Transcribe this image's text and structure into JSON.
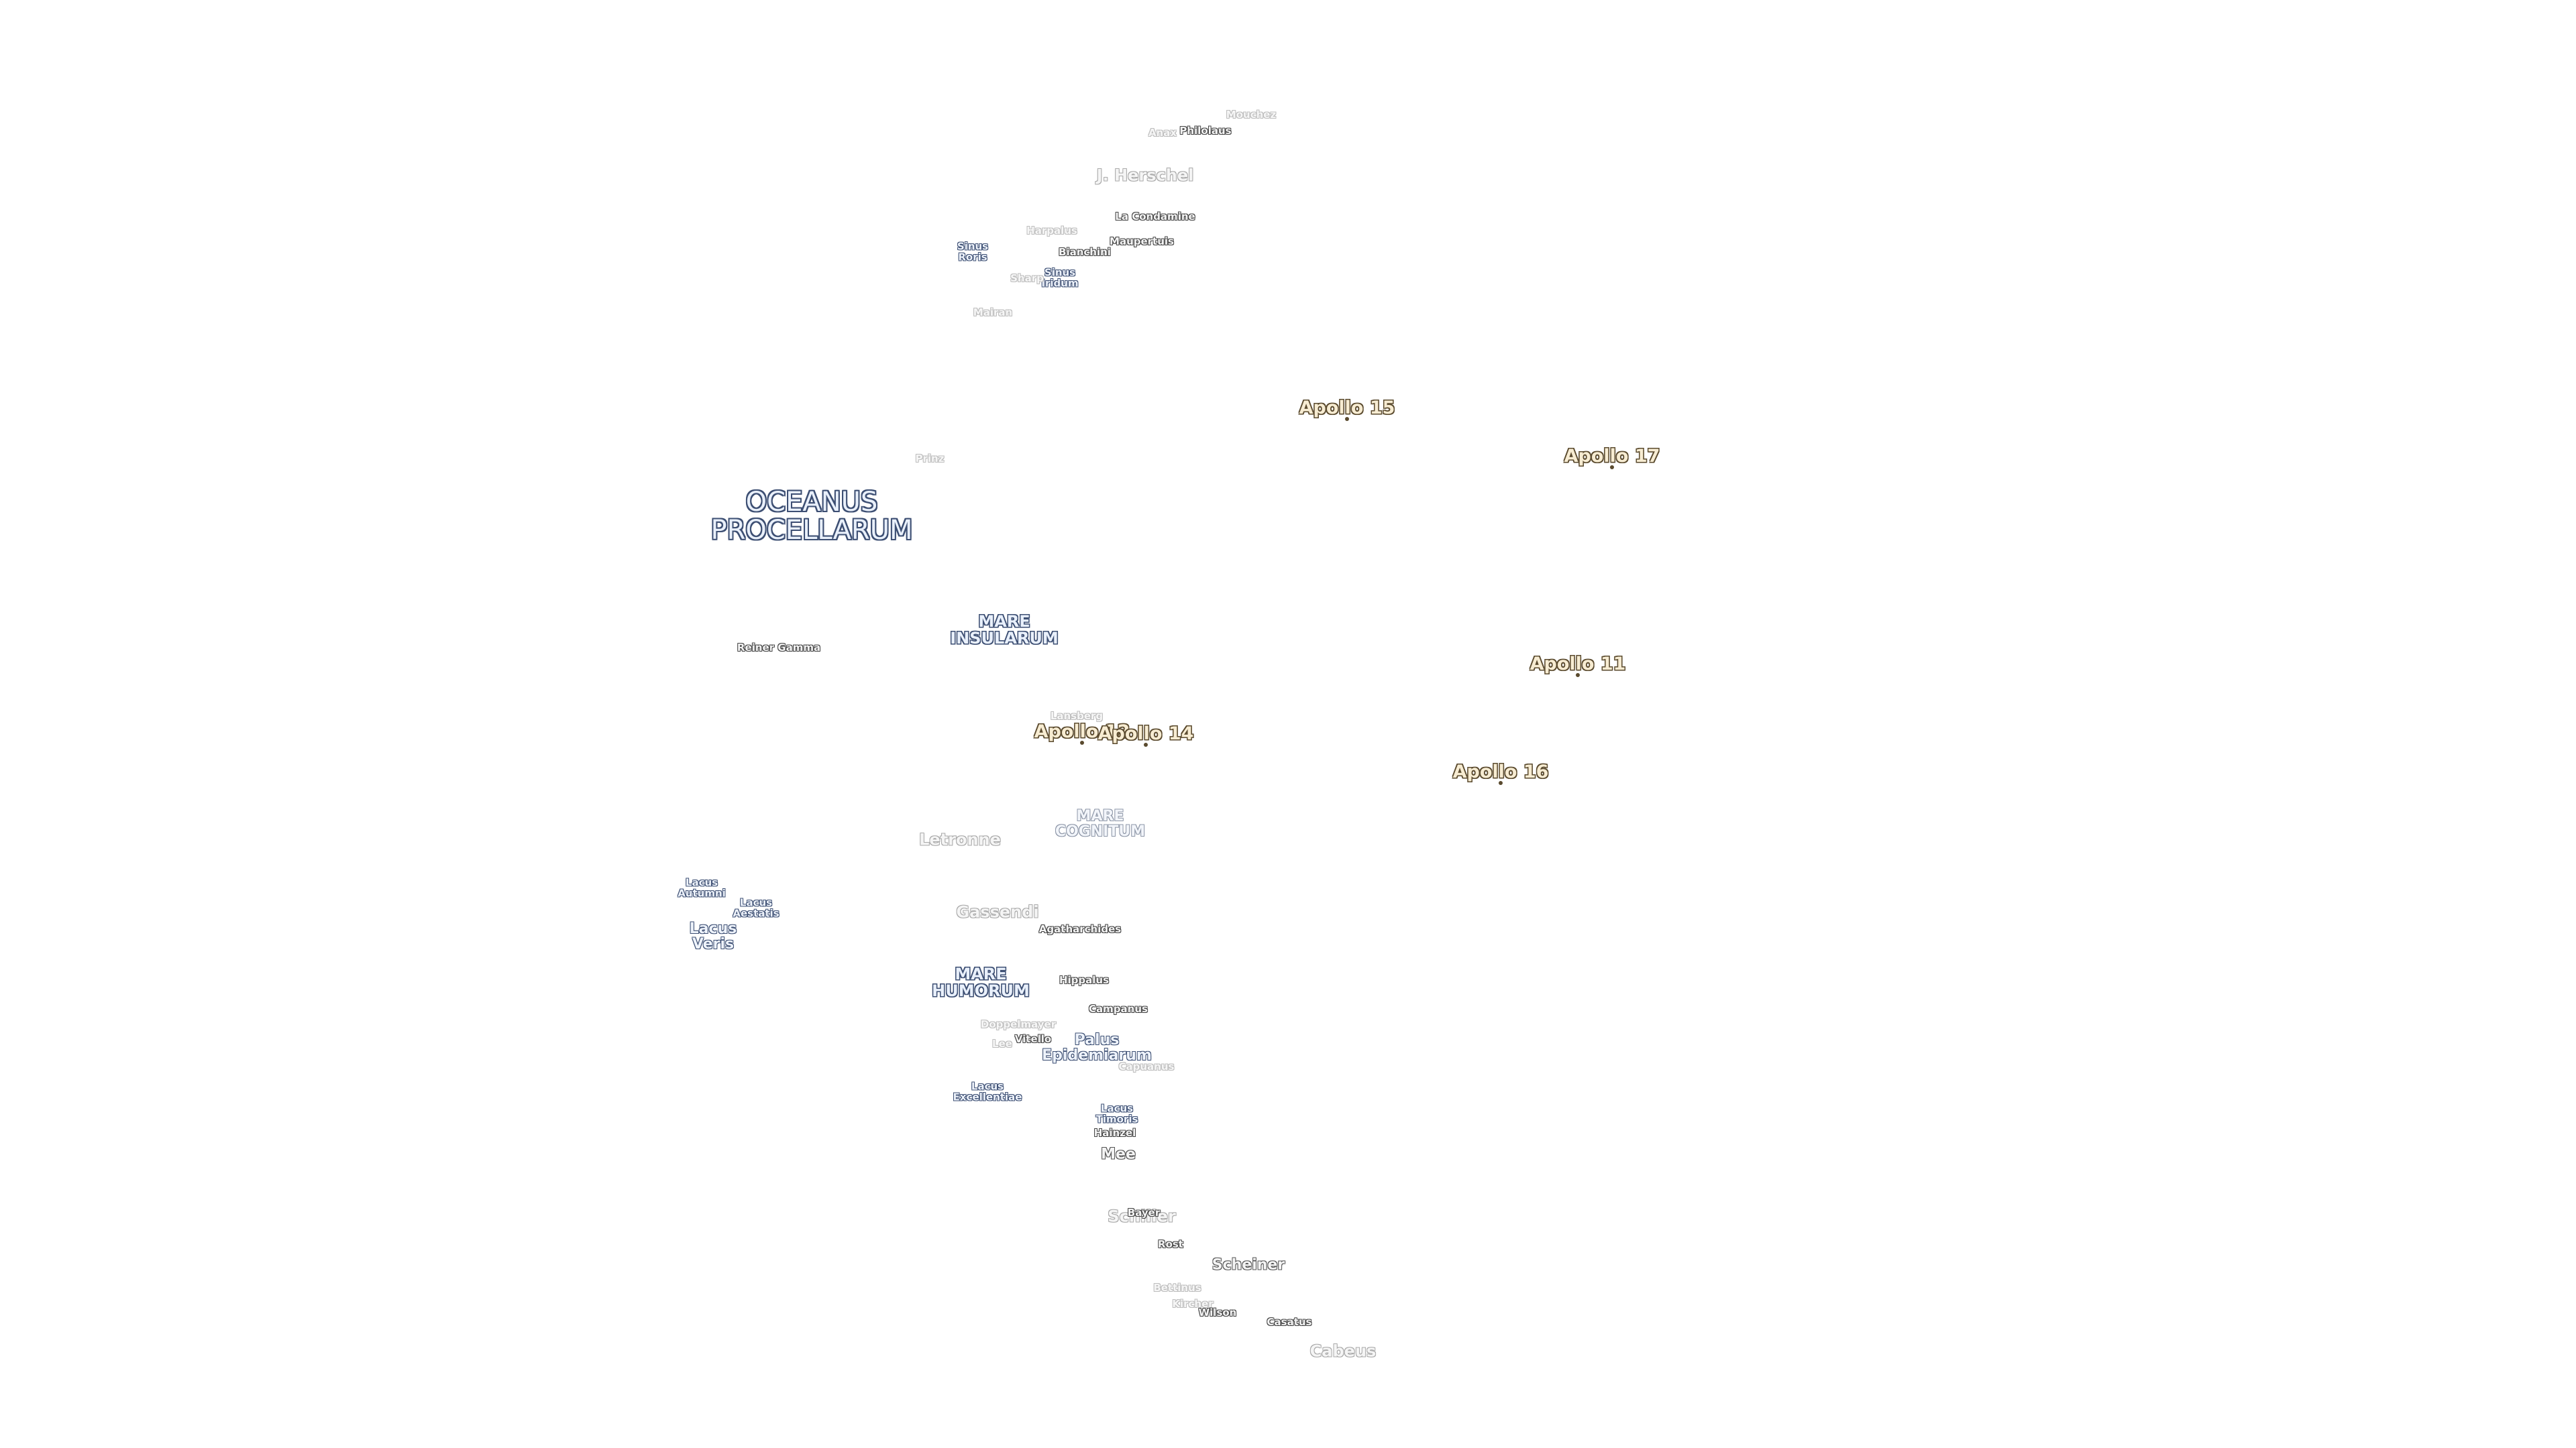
{
  "labels": [
    {
      "id": "oceanus-procellarum",
      "lines": [
        "OCEANUS",
        "PROCELLARUM"
      ],
      "kind": "ocean"
    },
    {
      "id": "mare-insularum",
      "lines": [
        "MARE",
        "INSULARUM"
      ],
      "kind": "mare"
    },
    {
      "id": "mare-cognitum",
      "lines": [
        "MARE",
        "COGNITUM"
      ],
      "kind": "mare-f"
    },
    {
      "id": "mare-humorum",
      "lines": [
        "MARE",
        "HUMORUM"
      ],
      "kind": "mare"
    },
    {
      "id": "sinus-roris",
      "lines": [
        "Sinus",
        "Roris"
      ],
      "kind": "lacus"
    },
    {
      "id": "sinus-iridum",
      "lines": [
        "Sinus",
        "Iridum"
      ],
      "kind": "lacus"
    },
    {
      "id": "lacus-autumni",
      "lines": [
        "Lacus",
        "Autumni"
      ],
      "kind": "lacus"
    },
    {
      "id": "lacus-aestatis",
      "lines": [
        "Lacus",
        "Aestatis"
      ],
      "kind": "lacus"
    },
    {
      "id": "lacus-veris",
      "lines": [
        "Lacus",
        "Veris"
      ],
      "kind": "lacusL"
    },
    {
      "id": "palus-epidemiarum",
      "lines": [
        "Palus",
        "Epidemiarum"
      ],
      "kind": "lacusL"
    },
    {
      "id": "lacus-excellentiae",
      "lines": [
        "Lacus",
        "Excellentiae"
      ],
      "kind": "lacus"
    },
    {
      "id": "lacus-timoris",
      "lines": [
        "Lacus",
        "Timoris"
      ],
      "kind": "lacus"
    },
    {
      "id": "mouchez",
      "lines": [
        "Mouchez"
      ],
      "kind": "faint"
    },
    {
      "id": "philolaus",
      "lines": [
        "Philolaus"
      ],
      "kind": "crater"
    },
    {
      "id": "anaximenes",
      "lines": [
        "Anax"
      ],
      "kind": "faint"
    },
    {
      "id": "j-herschel",
      "lines": [
        "J. Herschel"
      ],
      "kind": "faintL"
    },
    {
      "id": "la-condamine",
      "lines": [
        "La Condamine"
      ],
      "kind": "crater"
    },
    {
      "id": "harpalus",
      "lines": [
        "Harpalus"
      ],
      "kind": "faint"
    },
    {
      "id": "maupertuis",
      "lines": [
        "Maupertuis"
      ],
      "kind": "crater"
    },
    {
      "id": "bianchini",
      "lines": [
        "Bianchini"
      ],
      "kind": "crater"
    },
    {
      "id": "sharp",
      "lines": [
        "Sharp"
      ],
      "kind": "faint"
    },
    {
      "id": "mairan",
      "lines": [
        "Mairan"
      ],
      "kind": "faint"
    },
    {
      "id": "prinz",
      "lines": [
        "Prinz"
      ],
      "kind": "faint"
    },
    {
      "id": "reiner-gamma",
      "lines": [
        "Reiner Gamma"
      ],
      "kind": "crater"
    },
    {
      "id": "lansberg",
      "lines": [
        "Lansberg"
      ],
      "kind": "faint"
    },
    {
      "id": "letronne",
      "lines": [
        "Letronne"
      ],
      "kind": "faintL"
    },
    {
      "id": "gassendi",
      "lines": [
        "Gassendi"
      ],
      "kind": "faintL"
    },
    {
      "id": "agatharchides",
      "lines": [
        "Agatharchides"
      ],
      "kind": "crater"
    },
    {
      "id": "hippalus",
      "lines": [
        "Hippalus"
      ],
      "kind": "crater"
    },
    {
      "id": "campanus",
      "lines": [
        "Campanus"
      ],
      "kind": "crater"
    },
    {
      "id": "doppelmayer",
      "lines": [
        "Doppelmayer"
      ],
      "kind": "faint"
    },
    {
      "id": "vitello",
      "lines": [
        "Vitello"
      ],
      "kind": "crater"
    },
    {
      "id": "lee",
      "lines": [
        "Lee"
      ],
      "kind": "faint"
    },
    {
      "id": "capuanus",
      "lines": [
        "Capuanus"
      ],
      "kind": "faint"
    },
    {
      "id": "hainzel",
      "lines": [
        "Hainzel"
      ],
      "kind": "crater"
    },
    {
      "id": "mee",
      "lines": [
        "Mee"
      ],
      "kind": "craterL"
    },
    {
      "id": "schiller",
      "lines": [
        "Schiller"
      ],
      "kind": "faintL"
    },
    {
      "id": "bayer",
      "lines": [
        "Bayer"
      ],
      "kind": "crater"
    },
    {
      "id": "rost",
      "lines": [
        "Rost"
      ],
      "kind": "crater"
    },
    {
      "id": "scheiner",
      "lines": [
        "Scheiner"
      ],
      "kind": "craterL"
    },
    {
      "id": "bettinus",
      "lines": [
        "Bettinus"
      ],
      "kind": "faint"
    },
    {
      "id": "kircher",
      "lines": [
        "Kircher"
      ],
      "kind": "faint"
    },
    {
      "id": "wilson",
      "lines": [
        "Wilson"
      ],
      "kind": "crater"
    },
    {
      "id": "casatus",
      "lines": [
        "Casatus"
      ],
      "kind": "crater"
    },
    {
      "id": "cabeus",
      "lines": [
        "Cabeus"
      ],
      "kind": "faintL"
    },
    {
      "id": "apollo-15",
      "lines": [
        "Apollo 15"
      ],
      "kind": "apollo"
    },
    {
      "id": "apollo-17",
      "lines": [
        "Apollo 17"
      ],
      "kind": "apollo"
    },
    {
      "id": "apollo-11",
      "lines": [
        "Apollo 11"
      ],
      "kind": "apollo"
    },
    {
      "id": "apollo-16",
      "lines": [
        "Apollo 16"
      ],
      "kind": "apollo"
    },
    {
      "id": "apollo-12",
      "lines": [
        "Apollo 12"
      ],
      "kind": "apollo"
    },
    {
      "id": "apollo-14",
      "lines": [
        "Apollo 14"
      ],
      "kind": "apollo"
    }
  ]
}
